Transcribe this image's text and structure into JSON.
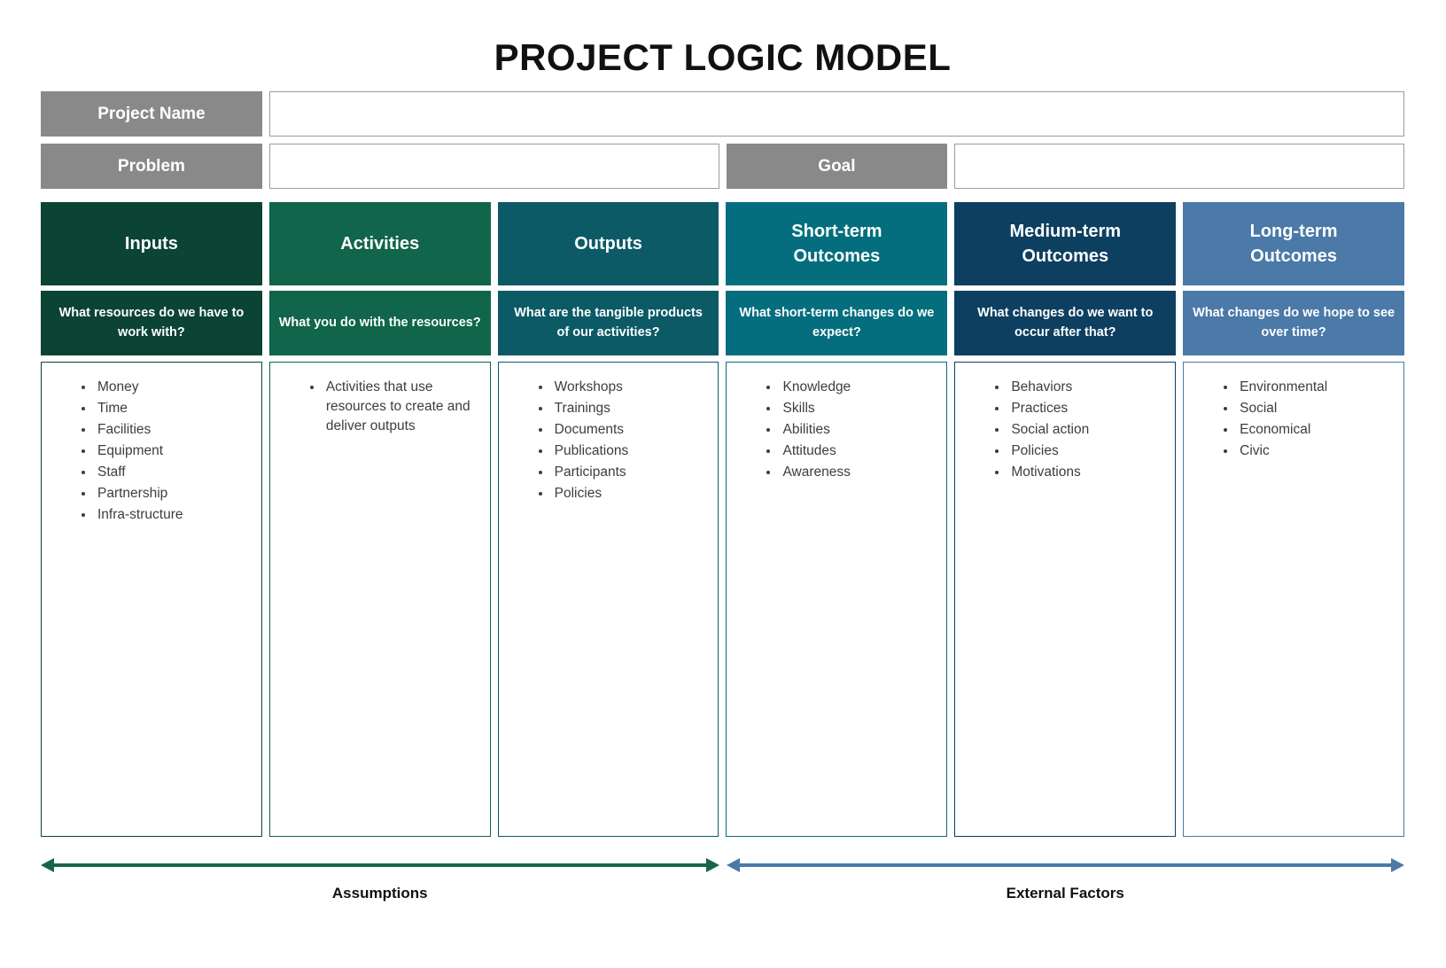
{
  "title": "PROJECT LOGIC MODEL",
  "form": {
    "project_name_label": "Project Name",
    "project_name_value": "",
    "problem_label": "Problem",
    "problem_value": "",
    "goal_label": "Goal",
    "goal_value": ""
  },
  "columns": [
    {
      "label": "Inputs",
      "question": "What resources do we have to work with?",
      "items": [
        "Money",
        "Time",
        "Facilities",
        "Equipment",
        "Staff",
        "Partnership",
        "Infra-structure"
      ],
      "color": "#0b4334"
    },
    {
      "label": "Activities",
      "question": "What you do with the resources?",
      "items": [
        "Activities that use resources to create and deliver outputs"
      ],
      "color": "#10654a"
    },
    {
      "label": "Outputs",
      "question": "What are the tangible products of our activities?",
      "items": [
        "Workshops",
        "Trainings",
        "Documents",
        "Publications",
        "Participants",
        "Policies"
      ],
      "color": "#0b5a66"
    },
    {
      "label": "Short-term Outcomes",
      "question": "What short-term changes do we expect?",
      "items": [
        "Knowledge",
        "Skills",
        "Abilities",
        "Attitudes",
        "Awareness"
      ],
      "color": "#046e7e"
    },
    {
      "label": "Medium-term Outcomes",
      "question": "What changes do we want to occur after that?",
      "items": [
        "Behaviors",
        "Practices",
        "Social action",
        "Policies",
        "Motivations"
      ],
      "color": "#0d3f60"
    },
    {
      "label": "Long-term Outcomes",
      "question": "What changes do we hope to see over time?",
      "items": [
        "Environmental",
        "Social",
        "Economical",
        "Civic"
      ],
      "color": "#4b79a8"
    }
  ],
  "footer": {
    "assumptions_label": "Assumptions",
    "assumptions_arrow_color": "#17664b",
    "external_factors_label": "External Factors",
    "external_factors_arrow_color": "#4b79a8"
  },
  "palette": {
    "label_gray": "#898989",
    "value_box_border": "#9b9b9b",
    "title_text": "#111111",
    "body_text": "#3d3d3d"
  }
}
